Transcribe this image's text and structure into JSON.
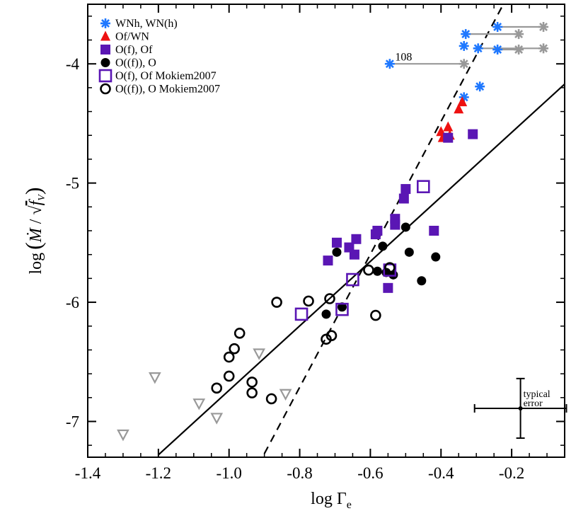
{
  "chart_data": {
    "type": "scatter",
    "xlabel": "log Γ",
    "xlabel_sub": "e",
    "ylabel": "log",
    "xlim": [
      -1.4,
      -0.05
    ],
    "ylim": [
      -7.3,
      -3.5
    ],
    "xticks": [
      -1.4,
      -1.2,
      -1.0,
      -0.8,
      -0.6,
      -0.4,
      -0.2
    ],
    "xtick_labels": [
      "-1.4",
      "-1.2",
      "-1.0",
      "-0.8",
      "-0.6",
      "-0.4",
      "-0.2"
    ],
    "yticks": [
      -7,
      -6,
      -5,
      -4
    ],
    "ytick_labels": [
      "-7",
      "-6",
      "-5",
      "-4"
    ],
    "grid": false,
    "legend_position": "top-left",
    "colors": {
      "wnh": "#1f78ff",
      "ofwn": "#ee1111",
      "of": "#5a16b4",
      "o": "#000000",
      "upper_limit": "#999999",
      "arrow": "#999999"
    },
    "legend": [
      {
        "label": "WNh, WN(h)",
        "marker": "asterisk",
        "color": "#1f78ff"
      },
      {
        "label": "Of/WN",
        "marker": "triangle-up",
        "color": "#ee1111"
      },
      {
        "label": "O(f), Of",
        "marker": "square-filled",
        "color": "#5a16b4"
      },
      {
        "label": "O((f)), O",
        "marker": "circle-filled",
        "color": "#000000"
      },
      {
        "label": "O(f), Of Mokiem2007",
        "marker": "square-open",
        "color": "#5a16b4"
      },
      {
        "label": "O((f)), O Mokiem2007",
        "marker": "circle-open",
        "color": "#000000"
      }
    ],
    "series": [
      {
        "name": "WNh, WN(h)",
        "marker": "asterisk",
        "color": "#1f78ff",
        "points": [
          [
            -0.24,
            -3.69
          ],
          [
            -0.33,
            -3.75
          ],
          [
            -0.335,
            -3.85
          ],
          [
            -0.295,
            -3.87
          ],
          [
            -0.24,
            -3.88
          ],
          [
            -0.545,
            -4.0
          ],
          [
            -0.29,
            -4.19
          ],
          [
            -0.335,
            -4.28
          ]
        ]
      },
      {
        "name": "Of/WN",
        "marker": "triangle-up",
        "color": "#ee1111",
        "points": [
          [
            -0.34,
            -4.32
          ],
          [
            -0.35,
            -4.38
          ],
          [
            -0.38,
            -4.53
          ],
          [
            -0.4,
            -4.57
          ],
          [
            -0.395,
            -4.62
          ],
          [
            -0.375,
            -4.6
          ]
        ]
      },
      {
        "name": "O(f), Of",
        "marker": "square-filled",
        "color": "#5a16b4",
        "points": [
          [
            -0.38,
            -4.62
          ],
          [
            -0.31,
            -4.59
          ],
          [
            -0.5,
            -5.05
          ],
          [
            -0.505,
            -5.13
          ],
          [
            -0.53,
            -5.3
          ],
          [
            -0.53,
            -5.35
          ],
          [
            -0.58,
            -5.4
          ],
          [
            -0.585,
            -5.43
          ],
          [
            -0.42,
            -5.4
          ],
          [
            -0.64,
            -5.47
          ],
          [
            -0.695,
            -5.5
          ],
          [
            -0.66,
            -5.54
          ],
          [
            -0.645,
            -5.6
          ],
          [
            -0.72,
            -5.65
          ],
          [
            -0.55,
            -5.88
          ]
        ]
      },
      {
        "name": "O((f)), O",
        "marker": "circle-filled",
        "color": "#000000",
        "points": [
          [
            -0.5,
            -5.37
          ],
          [
            -0.565,
            -5.53
          ],
          [
            -0.695,
            -5.58
          ],
          [
            -0.49,
            -5.58
          ],
          [
            -0.415,
            -5.62
          ],
          [
            -0.58,
            -5.74
          ],
          [
            -0.555,
            -5.75
          ],
          [
            -0.535,
            -5.77
          ],
          [
            -0.455,
            -5.82
          ],
          [
            -0.68,
            -6.04
          ],
          [
            -0.725,
            -6.1
          ]
        ]
      },
      {
        "name": "O(f), Of Mokiem2007",
        "marker": "square-open",
        "color": "#5a16b4",
        "points": [
          [
            -0.45,
            -5.03
          ],
          [
            -0.65,
            -5.81
          ],
          [
            -0.545,
            -5.73
          ],
          [
            -0.68,
            -6.06
          ],
          [
            -0.795,
            -6.1
          ]
        ]
      },
      {
        "name": "O((f)), O Mokiem2007",
        "marker": "circle-open",
        "color": "#000000",
        "points": [
          [
            -0.545,
            -5.71
          ],
          [
            -0.605,
            -5.73
          ],
          [
            -0.865,
            -6.0
          ],
          [
            -0.775,
            -5.99
          ],
          [
            -0.715,
            -5.97
          ],
          [
            -0.585,
            -6.11
          ],
          [
            -0.97,
            -6.26
          ],
          [
            -0.71,
            -6.28
          ],
          [
            -0.725,
            -6.31
          ],
          [
            -0.985,
            -6.39
          ],
          [
            -1.0,
            -6.46
          ],
          [
            -1.0,
            -6.62
          ],
          [
            -0.935,
            -6.67
          ],
          [
            -1.035,
            -6.72
          ],
          [
            -0.935,
            -6.76
          ],
          [
            -0.88,
            -6.81
          ]
        ]
      },
      {
        "name": "",
        "marker": "triangle-down-open",
        "color": "#999999",
        "points": [
          [
            -1.3,
            -7.11
          ],
          [
            -1.21,
            -6.63
          ],
          [
            -1.085,
            -6.85
          ],
          [
            -1.035,
            -6.97
          ],
          [
            -0.915,
            -6.43
          ],
          [
            -0.84,
            -6.77
          ]
        ]
      }
    ],
    "arrows": [
      {
        "from": [
          -0.24,
          -3.69
        ],
        "to": [
          -0.11,
          -3.69
        ]
      },
      {
        "from": [
          -0.33,
          -3.75
        ],
        "to": [
          -0.18,
          -3.75
        ]
      },
      {
        "from": [
          -0.295,
          -3.87
        ],
        "to": [
          -0.11,
          -3.87
        ]
      },
      {
        "from": [
          -0.24,
          -3.88
        ],
        "to": [
          -0.18,
          -3.88
        ]
      },
      {
        "from": [
          -0.545,
          -4.0
        ],
        "to": [
          -0.335,
          -4.0
        ]
      }
    ],
    "arrow_end_marker": {
      "marker": "asterisk",
      "color": "#999999",
      "points": [
        [
          -0.11,
          -3.69
        ],
        [
          -0.18,
          -3.75
        ],
        [
          -0.11,
          -3.87
        ],
        [
          -0.18,
          -3.88
        ],
        [
          -0.335,
          -4.0
        ]
      ]
    },
    "fits": [
      {
        "style": "solid",
        "from": [
          -1.2,
          -7.28
        ],
        "to": [
          -0.05,
          -4.17
        ]
      },
      {
        "style": "dashed",
        "from": [
          -0.9,
          -7.27
        ],
        "to": [
          -0.22,
          -3.48
        ]
      }
    ],
    "annotations": [
      {
        "text": "108",
        "x": -0.53,
        "y": -3.96
      }
    ],
    "error_bar": {
      "label_line1": "typical",
      "label_line2": "error",
      "center": [
        -0.175,
        -6.89
      ],
      "x_err": 0.13,
      "y_err": 0.25
    }
  }
}
